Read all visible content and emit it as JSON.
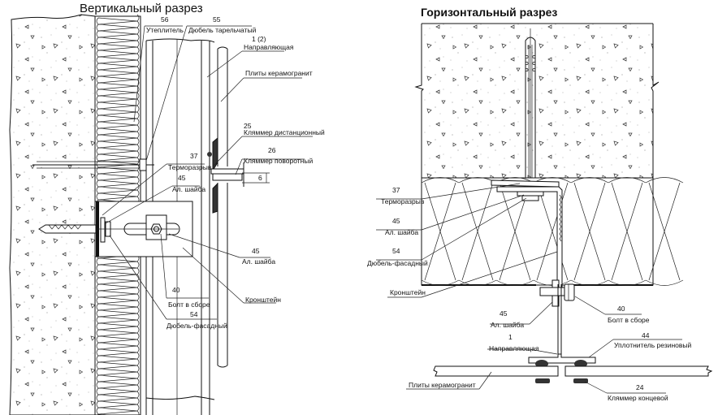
{
  "vertical_section": {
    "title": "Вертикальный разрез",
    "callouts": [
      {
        "id": "insulation",
        "number": "56",
        "label": "Утеплитель"
      },
      {
        "id": "dowel-plate",
        "number": "55",
        "label": "Дюбель тарельчатый"
      },
      {
        "id": "guide",
        "number": "1 (2)",
        "label": "Направляющая"
      },
      {
        "id": "tiles",
        "number": "",
        "label": "Плиты керамогранит"
      },
      {
        "id": "clamp-distance",
        "number": "25",
        "label": "Кляммер дистанционный"
      },
      {
        "id": "thermal-break",
        "number": "37",
        "label": "Терморазрыв"
      },
      {
        "id": "clamp-rotary",
        "number": "26",
        "label": "Кляммер поворотный"
      },
      {
        "id": "washer-top",
        "number": "45",
        "label": "Ал. шайба"
      },
      {
        "id": "dimension",
        "number": "6",
        "label": ""
      },
      {
        "id": "washer-bottom",
        "number": "45",
        "label": "Ал. шайба"
      },
      {
        "id": "bracket",
        "number": "",
        "label": "Кронштейн"
      },
      {
        "id": "bolt",
        "number": "40",
        "label": "Болт в сборе"
      },
      {
        "id": "dowel-facade",
        "number": "54",
        "label": "Дюбель-фасадный"
      }
    ]
  },
  "horizontal_section": {
    "title": "Горизонтальный разрез",
    "callouts": [
      {
        "id": "thermal-break",
        "number": "37",
        "label": "Терморазрыв"
      },
      {
        "id": "washer-left",
        "number": "45",
        "label": "Ал. шайба"
      },
      {
        "id": "dowel-facade",
        "number": "54",
        "label": "Дюбель-фасадный"
      },
      {
        "id": "bracket",
        "number": "",
        "label": "Кронштейн"
      },
      {
        "id": "washer-bottom",
        "number": "45",
        "label": "Ал. шайба"
      },
      {
        "id": "bolt",
        "number": "40",
        "label": "Болт в сборе"
      },
      {
        "id": "guide",
        "number": "1",
        "label": "Направляющая"
      },
      {
        "id": "rubber-seal",
        "number": "44",
        "label": "Уплотнитель резиновый"
      },
      {
        "id": "tiles",
        "number": "",
        "label": "Плиты керамогранит"
      },
      {
        "id": "end-clamp",
        "number": "24",
        "label": "Кляммер концевой"
      }
    ]
  }
}
